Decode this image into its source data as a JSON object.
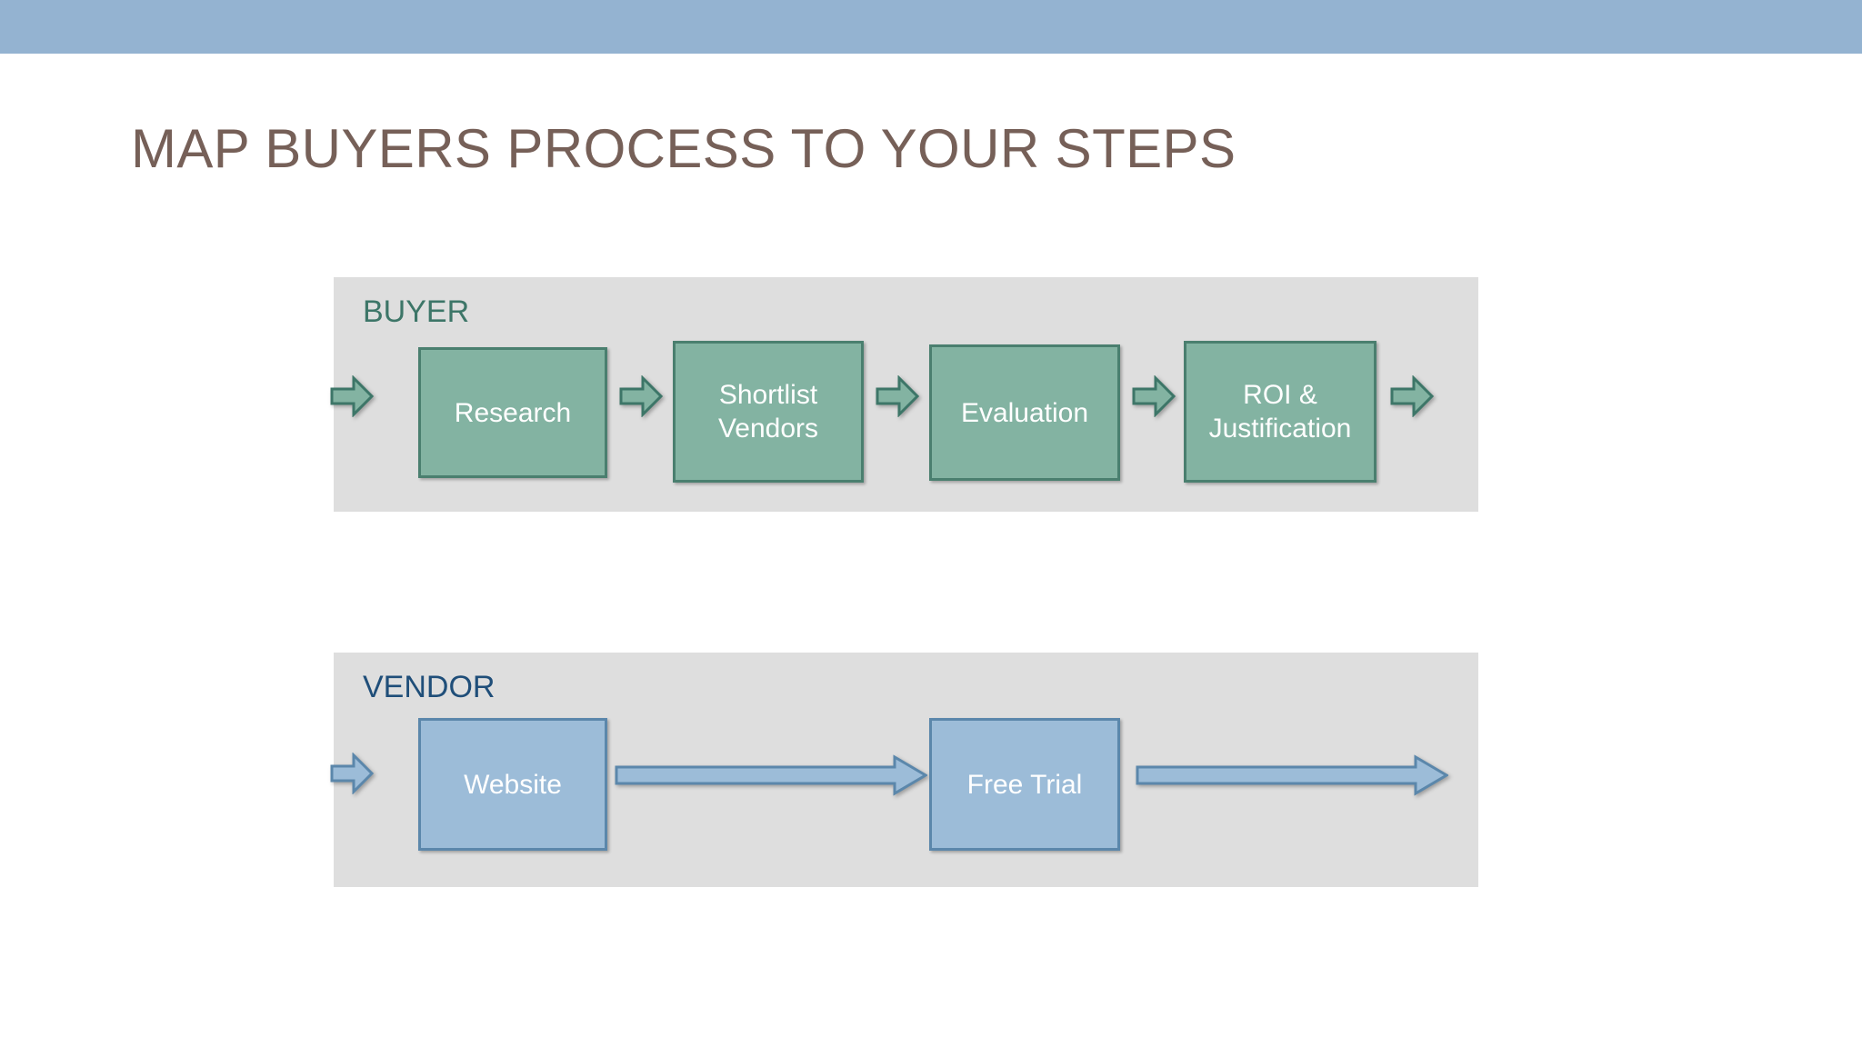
{
  "slide": {
    "title": "MAP BUYERS PROCESS TO YOUR STEPS",
    "title_color": "#766058",
    "background_color": "#ffffff",
    "accent_bar_color": "#94b3d1"
  },
  "lanes": [
    {
      "id": "buyer",
      "label": "BUYER",
      "label_color": "#3d7668",
      "panel_color": "#dedede",
      "box_fill": "#83b3a2",
      "box_border": "#4a7f6f",
      "arrow_fill": "#83b3a2",
      "arrow_border": "#3d7668",
      "steps": [
        {
          "label_line1": "Research",
          "label_line2": ""
        },
        {
          "label_line1": "Shortlist",
          "label_line2": "Vendors"
        },
        {
          "label_line1": "Evaluation",
          "label_line2": ""
        },
        {
          "label_line1": "ROI &",
          "label_line2": "Justification"
        }
      ],
      "arrows": [
        {
          "kind": "block",
          "position": "lead-in"
        },
        {
          "kind": "block",
          "position": "between-1-2"
        },
        {
          "kind": "block",
          "position": "between-2-3"
        },
        {
          "kind": "block",
          "position": "between-3-4"
        },
        {
          "kind": "block",
          "position": "trailing"
        }
      ]
    },
    {
      "id": "vendor",
      "label": "VENDOR",
      "label_color": "#1f4e79",
      "panel_color": "#dedede",
      "box_fill": "#9cbcd8",
      "box_border": "#5b87ab",
      "arrow_fill": "#9cbcd8",
      "arrow_border": "#5b87ab",
      "steps": [
        {
          "label_line1": "Website",
          "label_line2": ""
        },
        {
          "label_line1": "Free Trial",
          "label_line2": ""
        }
      ],
      "arrows": [
        {
          "kind": "block",
          "position": "lead-in"
        },
        {
          "kind": "long",
          "position": "between-1-2"
        },
        {
          "kind": "long",
          "position": "trailing"
        }
      ]
    }
  ]
}
